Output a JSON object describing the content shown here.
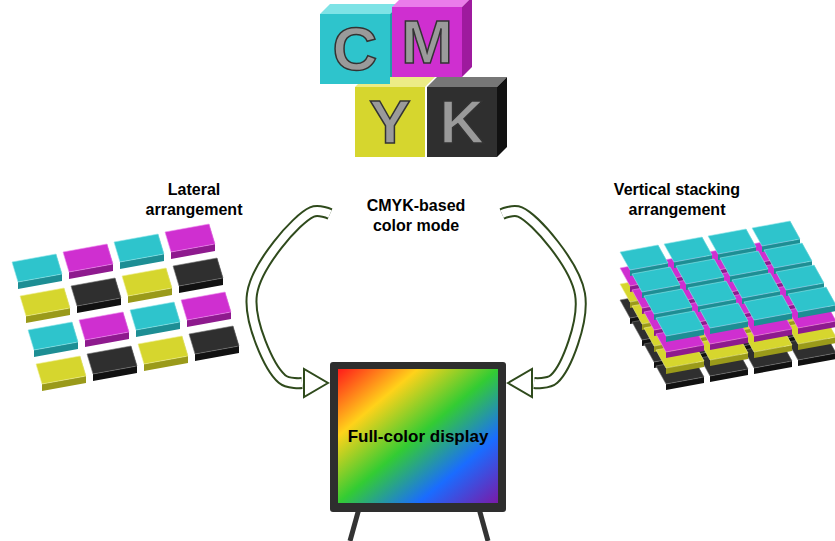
{
  "diagram": {
    "nodes": [
      {
        "text": [
          "CMYK-based color mode"
        ]
      },
      {
        "text": [
          "C"
        ],
        "in": 0
      },
      {
        "text": [
          "M"
        ],
        "in": 0
      },
      {
        "text": [
          "Y"
        ],
        "in": 0
      },
      {
        "text": [
          "K"
        ],
        "in": 0
      },
      {
        "text": [
          "Lateral arrangement"
        ]
      },
      {
        "text": [
          "Vertical stacking arrangement"
        ]
      },
      {
        "text": [
          "Full-color display"
        ]
      }
    ],
    "edges": [
      {
        "from": 0,
        "to": 7,
        "arrow": "to"
      },
      {
        "from": 0,
        "to": 7,
        "arrow": "to"
      }
    ]
  }
}
